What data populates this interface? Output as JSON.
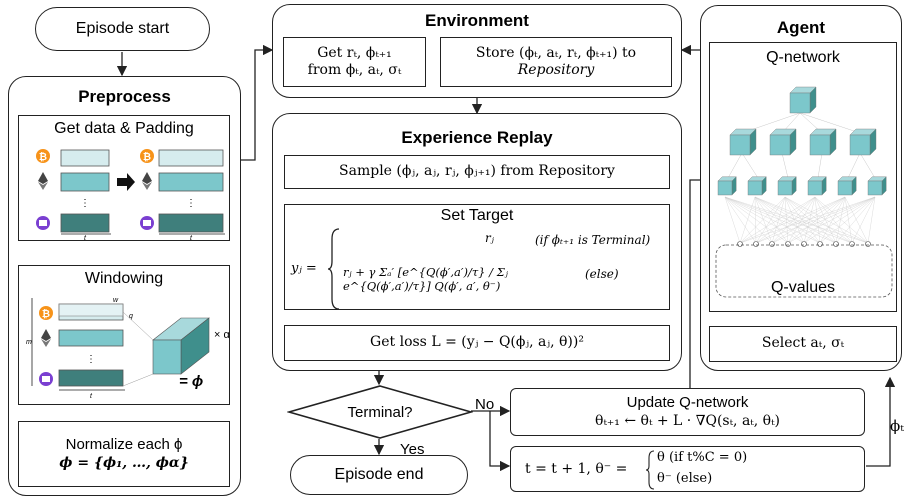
{
  "nodes": {
    "episode_start": "Episode start",
    "preprocess": {
      "title": "Preprocess",
      "get_data": "Get data & Padding",
      "windowing": "Windowing",
      "normalize_line1": "Normalize each ϕ",
      "normalize_line2": "ϕ = {ϕ₁, …, ϕα}",
      "axis_t": "t",
      "axis_m": "m",
      "axis_w": "w",
      "axis_q": "q",
      "times_alpha": "× α",
      "equals_phi": "= ϕ"
    },
    "environment": {
      "title": "Environment",
      "get_line1": "Get rₜ, ϕₜ₊₁",
      "get_line2": "from ϕₜ, aₜ, σₜ",
      "store_line1": "Store (ϕₜ, aₜ, rₜ, ϕₜ₊₁) to",
      "store_line2": "Repository"
    },
    "experience_replay": {
      "title": "Experience Replay",
      "sample": "Sample (ϕⱼ, aⱼ, rⱼ, ϕⱼ₊₁) from Repository",
      "set_target": "Set Target",
      "target_lhs": "yⱼ =",
      "case1_value": "rⱼ",
      "case1_cond": "(if ϕₜ₊₁ is Terminal)",
      "case2_value": "rⱼ + γ Σₐ′ [e^{Q(ϕ′,a′)/τ} / Σⱼ e^{Q(ϕ′,a′)/τ}] Q(ϕ′, a′, θ⁻)",
      "case2_cond": "(else)",
      "loss": "Get loss L = (yⱼ − Q(ϕⱼ, aⱼ, θ))²"
    },
    "agent": {
      "title": "Agent",
      "qnetwork": "Q-network",
      "qvalues": "Q-values",
      "select": "Select aₜ, σₜ"
    },
    "terminal": "Terminal?",
    "no_label": "No",
    "yes_label": "Yes",
    "episode_end": "Episode end",
    "update": {
      "title": "Update Q-network",
      "formula": "θₜ₊₁ ← θₜ + L · ∇Q(sₜ, aₜ, θₜ)"
    },
    "increment": {
      "lhs": "t = t + 1,  θ⁻ =",
      "case1": "θ    (if t%C = 0)",
      "case2": "θ⁻    (else)"
    },
    "phi_t_label": "ϕₜ"
  },
  "colors": {
    "block_light": "#d6ecee",
    "block_mid": "#7cc7cb",
    "block_dark": "#3f7f7c",
    "teal": "#5bb3b6",
    "bitcoin": "#f7931a",
    "ethereum": "#444444",
    "gift": "#7a3fd1"
  }
}
